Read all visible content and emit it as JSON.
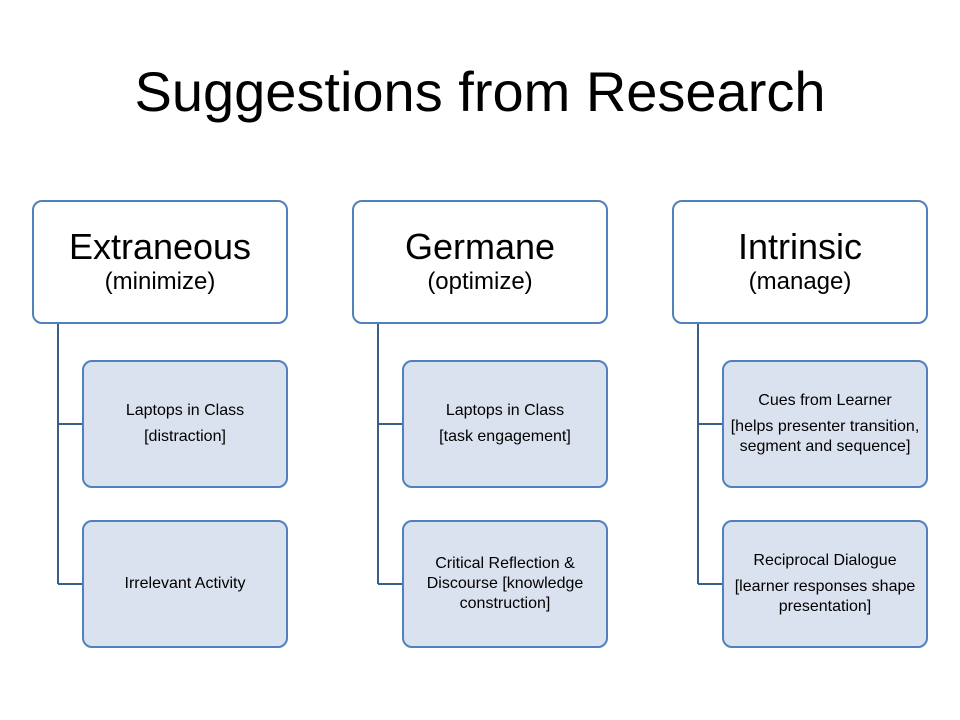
{
  "title": "Suggestions from Research",
  "columns": [
    {
      "heading": "Extraneous",
      "subheading": "(minimize)",
      "items": [
        {
          "lines": [
            "Laptops in Class",
            "[distraction]"
          ]
        },
        {
          "lines": [
            "Irrelevant Activity"
          ]
        }
      ]
    },
    {
      "heading": "Germane",
      "subheading": "(optimize)",
      "items": [
        {
          "lines": [
            "Laptops in Class",
            "[task engagement]"
          ]
        },
        {
          "lines": [
            "Critical Reflection & Discourse [knowledge construction]"
          ]
        }
      ]
    },
    {
      "heading": "Intrinsic",
      "subheading": "(manage)",
      "items": [
        {
          "lines": [
            "Cues from Learner",
            "[helps presenter transition, segment and sequence]"
          ]
        },
        {
          "lines": [
            "Reciprocal Dialogue",
            "[learner responses shape presentation]"
          ]
        }
      ]
    }
  ],
  "colors": {
    "box_border": "#4f81bd",
    "child_fill": "#dbe2ef",
    "connector": "#3b5e87"
  }
}
